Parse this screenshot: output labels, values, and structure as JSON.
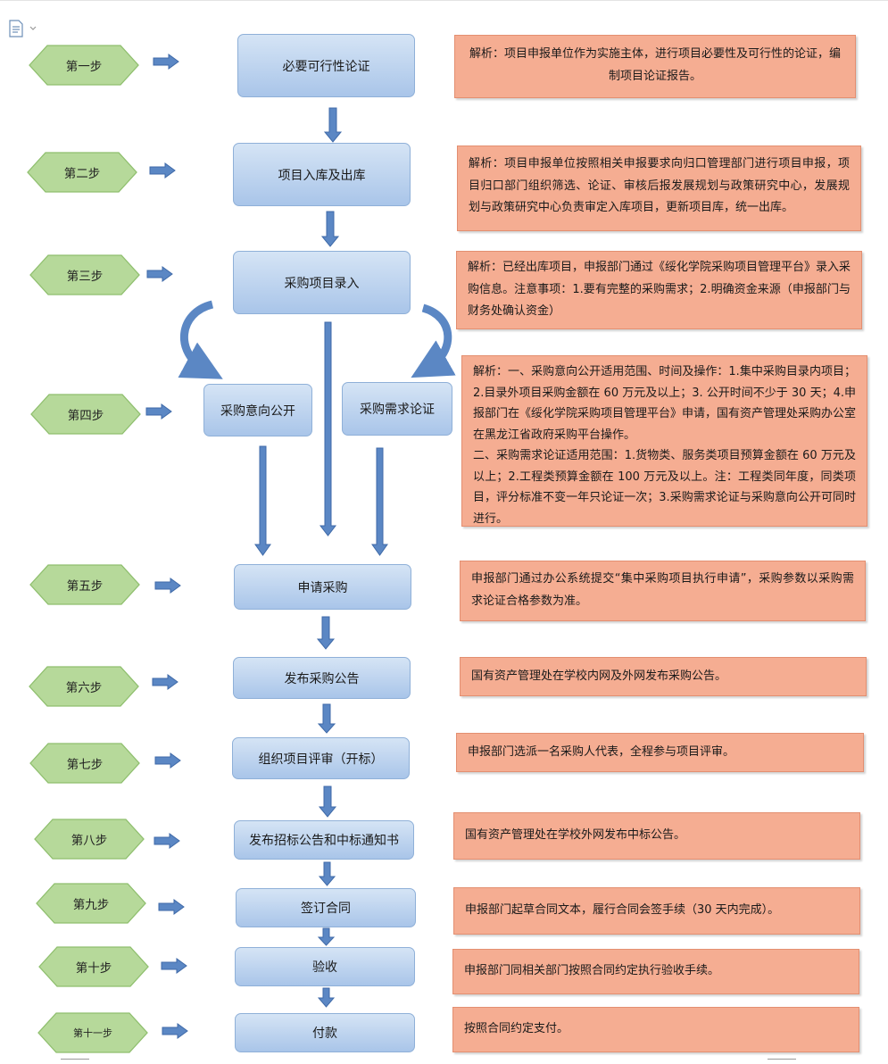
{
  "steps": [
    {
      "label": "第一步"
    },
    {
      "label": "第二步"
    },
    {
      "label": "第三步"
    },
    {
      "label": "第四步"
    },
    {
      "label": "第五步"
    },
    {
      "label": "第六步"
    },
    {
      "label": "第七步"
    },
    {
      "label": "第八步"
    },
    {
      "label": "第九步"
    },
    {
      "label": "第十步"
    },
    {
      "label": "第十一步"
    }
  ],
  "boxes": {
    "b1": "必要可行性论证",
    "b2": "项目入库及出库",
    "b3": "采购项目录入",
    "b4a": "采购意向公开",
    "b4b": "采购需求论证",
    "b5": "申请采购",
    "b6": "发布采购公告",
    "b7": "组织项目评审（开标）",
    "b8": "发布招标公告和中标通知书",
    "b9": "签订合同",
    "b10": "验收",
    "b11": "付款"
  },
  "notes": {
    "n1": "解析：项目申报单位作为实施主体，进行项目必要性及可行性的论证，编制项目论证报告。",
    "n2": "解析：项目申报单位按照相关申报要求向归口管理部门进行项目申报，项目归口部门组织筛选、论证、审核后报发展规划与政策研究中心，发展规划与政策研究中心负责审定入库项目，更新项目库，统一出库。",
    "n3": "解析：已经出库项目，申报部门通过《绥化学院采购项目管理平台》录入采购信息。注意事项：1.要有完整的采购需求；2.明确资金来源（申报部门与财务处确认资金）",
    "n4a": "解析：一、采购意向公开适用范围、时间及操作：1.集中采购目录内项目；2.目录外项目采购金额在 60 万元及以上；3. 公开时间不少于 30 天；4.申报部门在《绥化学院采购项目管理平台》申请，国有资产管理处采购办公室在黑龙江省政府采购平台操作。",
    "n4b": "二、采购需求论证适用范围：1.货物类、服务类项目预算金额在 60 万元及以上；2.工程类预算金额在 100 万元及以上。注：工程类同年度，同类项目，评分标准不变一年只论证一次；3.采购需求论证与采购意向公开可同时进行。",
    "n5": "申报部门通过办公系统提交“集中采购项目执行申请”，采购参数以采购需求论证合格参数为准。",
    "n6": "国有资产管理处在学校内网及外网发布采购公告。",
    "n7": "申报部门选派一名采购人代表，全程参与项目评审。",
    "n8": "国有资产管理处在学校外网发布中标公告。",
    "n9": "申报部门起草合同文本，履行合同会签手续（30 天内完成）。",
    "n10": "申报部门同相关部门按照合同约定执行验收手续。",
    "n11": "按照合同约定支付。"
  },
  "colors": {
    "step_fill": "#b6d99a",
    "step_stroke": "#8fbf6e",
    "box_fill": "#b8d0ee",
    "note_fill": "#f5ad92",
    "arrow_fill": "#5b87c4"
  }
}
